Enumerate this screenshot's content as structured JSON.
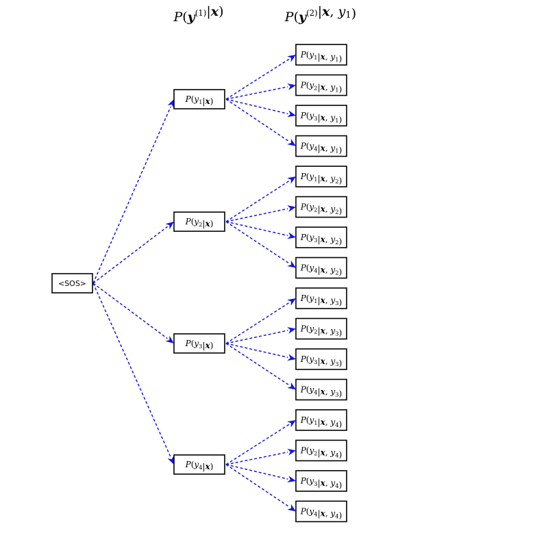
{
  "headers": {
    "level1": "P(y(1)|x)",
    "level2": "P(y(2)|x,y1)"
  },
  "root": {
    "label": "<SOS>"
  },
  "level1": [
    {
      "label": "P(y1|x)"
    },
    {
      "label": "P(y2|x)"
    },
    {
      "label": "P(y3|x)"
    },
    {
      "label": "P(y4|x)"
    }
  ],
  "level2": [
    [
      {
        "label": "P(y1|x,y1)"
      },
      {
        "label": "P(y2|x,y1)"
      },
      {
        "label": "P(y3|x,y1)"
      },
      {
        "label": "P(y4|x,y1)"
      }
    ],
    [
      {
        "label": "P(y1|x,y2)"
      },
      {
        "label": "P(y2|x,y2)"
      },
      {
        "label": "P(y3|x,y2)"
      },
      {
        "label": "P(y4|x,y2)"
      }
    ],
    [
      {
        "label": "P(y1|x,y3)"
      },
      {
        "label": "P(y2|x,y3)"
      },
      {
        "label": "P(y3|x,y3)"
      },
      {
        "label": "P(y4|x,y3)"
      }
    ],
    [
      {
        "label": "P(y1|x,y4)"
      },
      {
        "label": "P(y2|x,y4)"
      },
      {
        "label": "P(y3|x,y4)"
      },
      {
        "label": "P(y4|x,y4)"
      }
    ]
  ],
  "colors": {
    "edge": "#1414e6",
    "box_border": "#000000"
  }
}
